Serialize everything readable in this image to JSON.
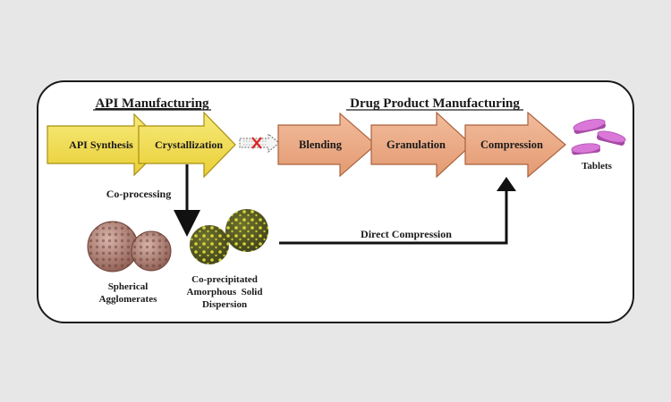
{
  "sections": {
    "api_title": "API Manufacturing",
    "drug_title": "Drug Product Manufacturing"
  },
  "steps": {
    "api_synthesis": "API Synthesis",
    "crystallization": "Crystallization",
    "blending": "Blending",
    "granulation": "Granulation",
    "compression": "Compression"
  },
  "labels": {
    "co_processing": "Co-processing",
    "direct_compression": "Direct Compression",
    "tablets": "Tablets",
    "spherical_line1": "Spherical",
    "spherical_line2": "Agglomerates",
    "coprecip_line1": "Co-precipitated",
    "coprecip_line2": "Amorphous  Solid",
    "coprecip_line3": "Dispersion"
  },
  "colors": {
    "background": "#e7e7e7",
    "panel": "#ffffff",
    "api_arrow": "#f2de50",
    "drug_arrow": "#ecaa84",
    "tablet": "#cc66cc",
    "blocked_mark": "#dd2222"
  }
}
